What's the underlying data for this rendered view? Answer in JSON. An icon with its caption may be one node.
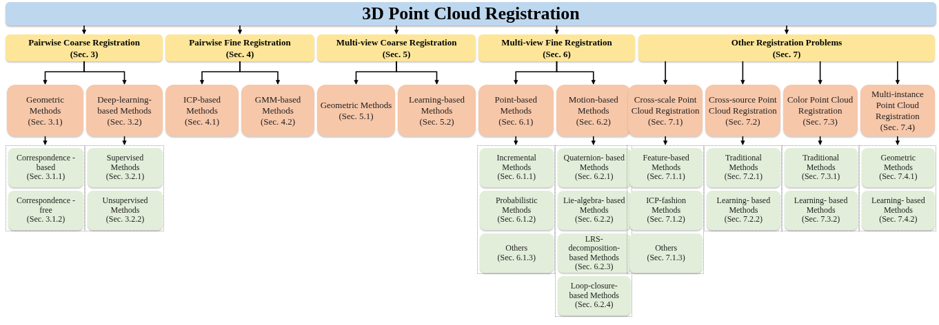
{
  "diagram": {
    "nodes": [
      {
        "text": [
          "3D Point Cloud Registration"
        ]
      },
      {
        "text": [
          "Pairwise Coarse Registration",
          "(Sec. 3)"
        ]
      },
      {
        "text": [
          "Pairwise Fine Registration",
          "(Sec. 4)"
        ]
      },
      {
        "text": [
          "Multi-view Coarse Registration",
          "(Sec. 5)"
        ]
      },
      {
        "text": [
          "Multi-view Fine Registration",
          "(Sec. 6)"
        ]
      },
      {
        "text": [
          "Other Registration Problems",
          "(Sec. 7)"
        ]
      },
      {
        "text": [
          "Geometric Methods",
          "(Sec. 3.1)"
        ]
      },
      {
        "text": [
          "Deep-learning- based Methods",
          "(Sec. 3.2)"
        ]
      },
      {
        "text": [
          "ICP-based Methods",
          "(Sec. 4.1)"
        ]
      },
      {
        "text": [
          "GMM-based Methods",
          "(Sec. 4.2)"
        ]
      },
      {
        "text": [
          "Geometric Methods",
          "(Sec. 5.1)"
        ]
      },
      {
        "text": [
          "Learning-based Methods",
          "(Sec. 5.2)"
        ]
      },
      {
        "text": [
          "Point-based Methods",
          "(Sec. 6.1)"
        ]
      },
      {
        "text": [
          "Motion-based Methods",
          "(Sec. 6.2)"
        ]
      },
      {
        "text": [
          "Cross-scale Point Cloud Registration",
          "(Sec. 7.1)"
        ]
      },
      {
        "text": [
          "Cross-source Point Cloud Registration",
          "(Sec. 7.2)"
        ]
      },
      {
        "text": [
          "Color Point Cloud Registration",
          "(Sec. 7.3)"
        ]
      },
      {
        "text": [
          "Multi-instance Point Cloud Registration",
          "(Sec. 7.4)"
        ]
      },
      {
        "text": [],
        "shape": "box"
      },
      {
        "text": [
          "Correspondence -based",
          "(Sec. 3.1.1)"
        ],
        "in": 18
      },
      {
        "text": [
          "Correspondence -free",
          "(Sec. 3.1.2)"
        ],
        "in": 18
      },
      {
        "text": [],
        "shape": "box"
      },
      {
        "text": [
          "Supervised Methods",
          "(Sec. 3.2.1)"
        ],
        "in": 21
      },
      {
        "text": [
          "Unsupervised Methods",
          "(Sec. 3.2.2)"
        ],
        "in": 21
      },
      {
        "text": [],
        "shape": "box"
      },
      {
        "text": [
          "Incremental Methods",
          "(Sec. 6.1.1)"
        ],
        "in": 24
      },
      {
        "text": [
          "Probabilistic Methods",
          "(Sec. 6.1.2)"
        ],
        "in": 24
      },
      {
        "text": [
          "Others",
          "(Sec. 6.1.3)"
        ],
        "in": 24
      },
      {
        "text": [],
        "shape": "box"
      },
      {
        "text": [
          "Quaternion- based Methods",
          "(Sec. 6.2.1)"
        ],
        "in": 28
      },
      {
        "text": [
          "Lie-algebra- based Methods",
          "(Sec. 6.2.2)"
        ],
        "in": 28
      },
      {
        "text": [
          "LRS- decomposition- based Methods",
          "(Sec. 6.2.3)"
        ],
        "in": 28
      },
      {
        "text": [
          "Loop-closure- based Methods",
          "(Sec. 6.2.4)"
        ],
        "in": 28
      },
      {
        "text": [],
        "shape": "box"
      },
      {
        "text": [
          "Feature-based Methods",
          "(Sec. 7.1.1)"
        ],
        "in": 33
      },
      {
        "text": [
          "ICP-fashion Methods",
          "(Sec. 7.1.2)"
        ],
        "in": 33
      },
      {
        "text": [
          "Others",
          "(Sec. 7.1.3)"
        ],
        "in": 33
      },
      {
        "text": [],
        "shape": "box"
      },
      {
        "text": [
          "Traditional Methods",
          "(Sec. 7.2.1)"
        ],
        "in": 37
      },
      {
        "text": [
          "Learning- based Methods",
          "(Sec. 7.2.2)"
        ],
        "in": 37
      },
      {
        "text": [],
        "shape": "box"
      },
      {
        "text": [
          "Traditional Methods",
          "(Sec. 7.3.1)"
        ],
        "in": 40
      },
      {
        "text": [
          "Learning- based Methods",
          "(Sec. 7.3.2)"
        ],
        "in": 40
      },
      {
        "text": [],
        "shape": "box"
      },
      {
        "text": [
          "Geometric Methods",
          "(Sec. 7.4.1)"
        ],
        "in": 43
      },
      {
        "text": [
          "Learning- based Methods",
          "(Sec. 7.4.2)"
        ],
        "in": 43
      }
    ],
    "edges": [
      {
        "from": 0,
        "to": 1,
        "arrow": "to"
      },
      {
        "from": 0,
        "to": 2,
        "arrow": "to"
      },
      {
        "from": 0,
        "to": 3,
        "arrow": "to"
      },
      {
        "from": 0,
        "to": 4,
        "arrow": "to"
      },
      {
        "from": 0,
        "to": 5,
        "arrow": "to"
      },
      {
        "from": 1,
        "to": 6,
        "arrow": "to"
      },
      {
        "from": 1,
        "to": 7,
        "arrow": "to"
      },
      {
        "from": 2,
        "to": 8,
        "arrow": "to"
      },
      {
        "from": 2,
        "to": 9,
        "arrow": "to"
      },
      {
        "from": 3,
        "to": 10,
        "arrow": "to"
      },
      {
        "from": 3,
        "to": 11,
        "arrow": "to"
      },
      {
        "from": 4,
        "to": 12,
        "arrow": "to"
      },
      {
        "from": 4,
        "to": 13,
        "arrow": "to"
      },
      {
        "from": 5,
        "to": 14,
        "arrow": "to"
      },
      {
        "from": 5,
        "to": 15,
        "arrow": "to"
      },
      {
        "from": 5,
        "to": 16,
        "arrow": "to"
      },
      {
        "from": 5,
        "to": 17,
        "arrow": "to"
      },
      {
        "from": 6,
        "to": 18,
        "arrow": "to"
      },
      {
        "from": 7,
        "to": 21,
        "arrow": "to"
      },
      {
        "from": 12,
        "to": 24,
        "arrow": "to"
      },
      {
        "from": 13,
        "to": 28,
        "arrow": "to"
      },
      {
        "from": 14,
        "to": 33,
        "arrow": "to"
      },
      {
        "from": 15,
        "to": 37,
        "arrow": "to"
      },
      {
        "from": 16,
        "to": 40,
        "arrow": "to"
      },
      {
        "from": 17,
        "to": 43,
        "arrow": "to"
      }
    ]
  }
}
